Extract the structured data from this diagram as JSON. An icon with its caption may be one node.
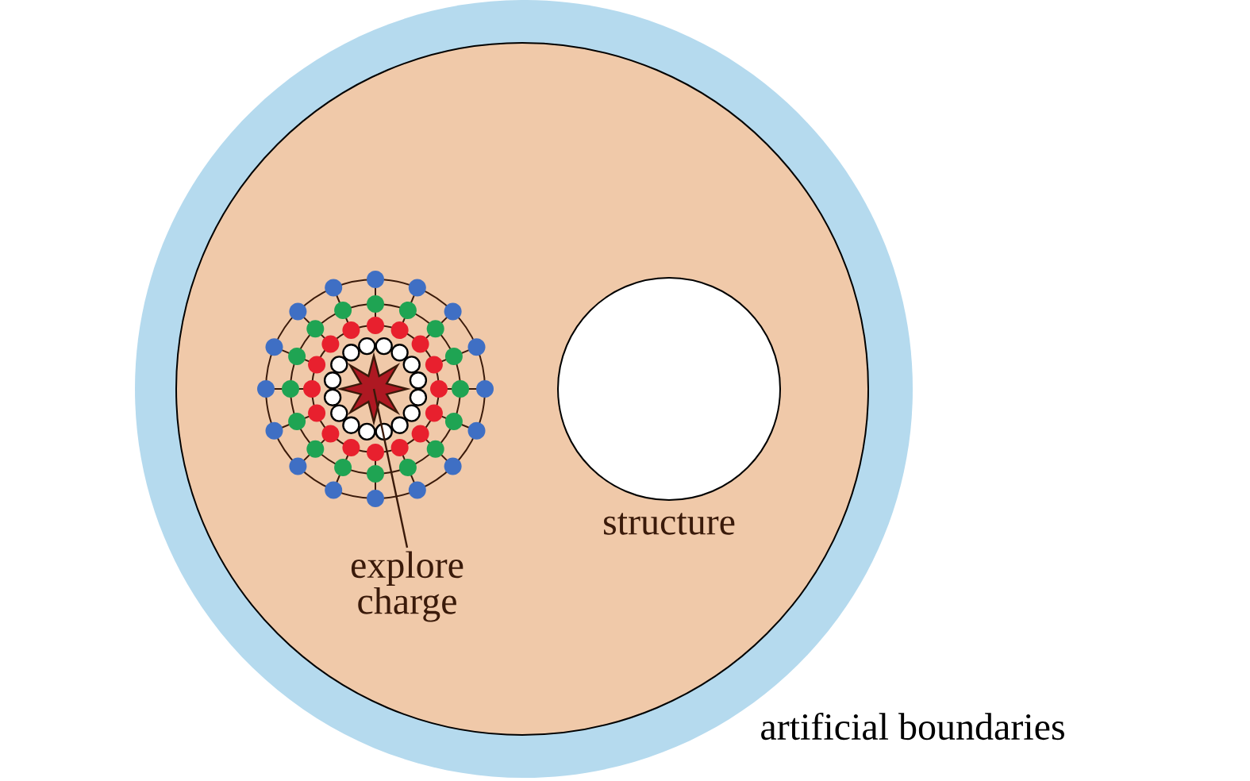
{
  "diagram": {
    "nodes": [
      {
        "text": [],
        "shape": "circle",
        "beside": [
          "artificial boundaries"
        ]
      },
      {
        "text": [],
        "shape": "circle",
        "in": 0
      },
      {
        "text": [
          "structure"
        ],
        "in": 1
      },
      {
        "text": [],
        "shape": "star",
        "in": 1
      },
      {
        "text": [
          "explore charge"
        ],
        "in": 1
      }
    ],
    "edges": [
      {
        "from": 4,
        "to": 3,
        "arrow": "none"
      }
    ]
  }
}
